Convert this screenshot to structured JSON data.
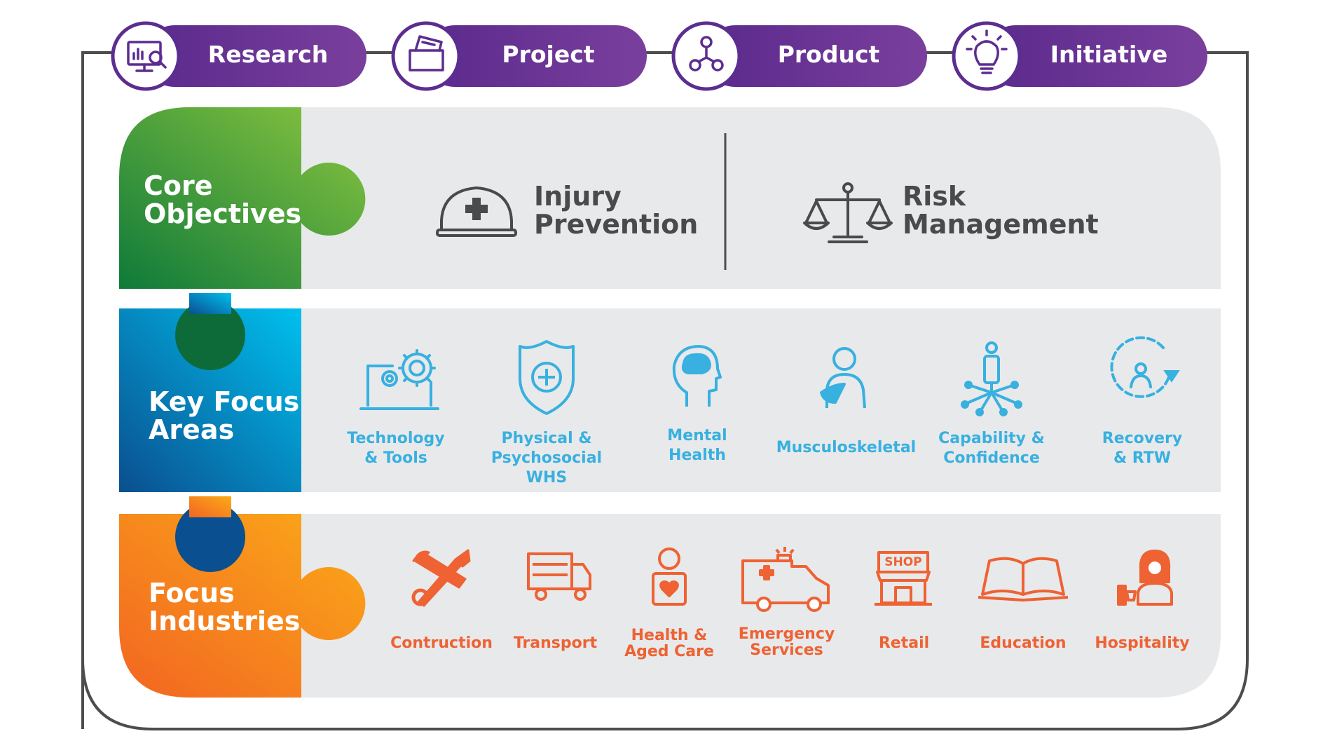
{
  "tabs": [
    {
      "label": "Research",
      "icon": "monitor-analytics-icon"
    },
    {
      "label": "Project",
      "icon": "folder-document-icon"
    },
    {
      "label": "Product",
      "icon": "network-nodes-icon"
    },
    {
      "label": "Initiative",
      "icon": "lightbulb-icon"
    }
  ],
  "rows": {
    "core": {
      "label": "Core Objectives",
      "line1": "Core",
      "line2": "Objectives"
    },
    "key": {
      "label": "Key Focus Areas",
      "line1": "Key Focus",
      "line2": "Areas"
    },
    "focus": {
      "label": "Focus Industries",
      "line1": "Focus",
      "line2": "Industries"
    }
  },
  "objectives": [
    {
      "line1": "Injury",
      "line2": "Prevention",
      "icon": "hard-hat-icon"
    },
    {
      "line1": "Risk",
      "line2": "Management",
      "icon": "balance-scale-icon"
    }
  ],
  "focus_areas": [
    {
      "line1": "Technology",
      "line2": "& Tools",
      "icon": "laptop-gears-icon"
    },
    {
      "line1": "Physical &",
      "line2": "Psychosocial WHS",
      "icon": "shield-plus-icon"
    },
    {
      "line1": "Mental",
      "line2": "Health",
      "icon": "head-brain-icon"
    },
    {
      "line1": "Musculoskeletal",
      "line2": "",
      "icon": "person-sling-icon"
    },
    {
      "line1": "Capability &",
      "line2": "Confidence",
      "icon": "person-network-icon"
    },
    {
      "line1": "Recovery",
      "line2": "& RTW",
      "icon": "person-cycle-icon"
    }
  ],
  "industries": [
    {
      "line1": "Contruction",
      "line2": "",
      "icon": "hammer-wrench-icon"
    },
    {
      "line1": "Transport",
      "line2": "",
      "icon": "truck-icon"
    },
    {
      "line1": "Health &",
      "line2": "Aged Care",
      "icon": "caregiver-heart-icon"
    },
    {
      "line1": "Emergency",
      "line2": "Services",
      "icon": "ambulance-icon"
    },
    {
      "line1": "Retail",
      "line2": "",
      "icon": "shop-icon"
    },
    {
      "line1": "Education",
      "line2": "",
      "icon": "open-book-icon"
    },
    {
      "line1": "Hospitality",
      "line2": "",
      "icon": "waitress-icon"
    }
  ],
  "shop_sign": "SHOP",
  "colors": {
    "pill_purple": "#5c2d91",
    "frame": "#4d4d4d",
    "panel": "#e8e9eb",
    "green": "#3aa13a",
    "blue": "#0a86c8",
    "orange": "#f57f20",
    "focus_text": "#38b0e0",
    "industry_text": "#ee6233"
  }
}
